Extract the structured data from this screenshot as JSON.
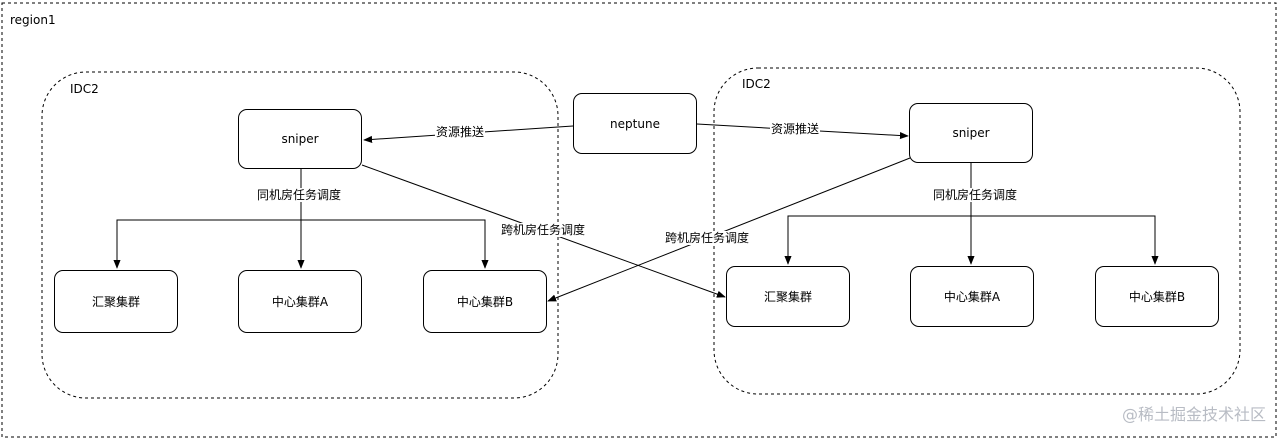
{
  "region": {
    "label": "region1"
  },
  "idc_left": {
    "label": "IDC2",
    "scheduler": "sniper",
    "clusters": [
      "汇聚集群",
      "中心集群A",
      "中心集群B"
    ]
  },
  "idc_right": {
    "label": "IDC2",
    "scheduler": "sniper",
    "clusters": [
      "汇聚集群",
      "中心集群A",
      "中心集群B"
    ]
  },
  "source": {
    "label": "neptune"
  },
  "edges": {
    "push_left": "资源推送",
    "push_right": "资源推送",
    "same_room_left": "同机房任务调度",
    "same_room_right": "同机房任务调度",
    "cross_room_left": "跨机房任务调度",
    "cross_room_right": "跨机房任务调度"
  },
  "watermark": "@稀土掘金技术社区"
}
